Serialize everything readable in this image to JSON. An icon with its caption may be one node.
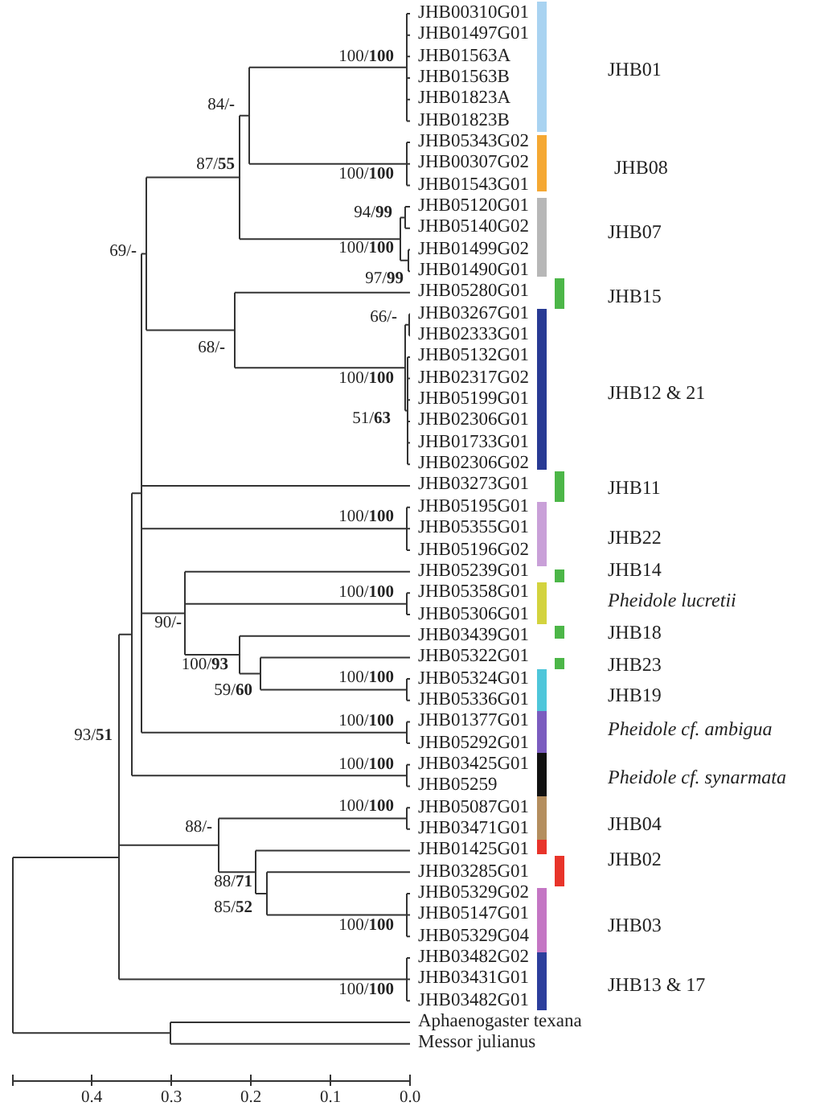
{
  "diagram": {
    "labels": [
      "JHB00310G01",
      "JHB01497G01",
      "100/**100**",
      "JHB01563A",
      "JHB01563B",
      "JHB01",
      "84/**-**",
      "JHB01823A",
      "JHB01823B",
      "JHB05343G02",
      "87/**55**",
      "100/**100**",
      "JHB00307G02",
      "JHB01543G01",
      "JHB08",
      "94/**99**",
      "JHB05120G01",
      "JHB05140G02",
      "69/**-**",
      "100/**100**",
      "JHB01499G02",
      "JHB07",
      "97/**99**",
      "JHB01490G01",
      "JHB05280G01",
      "66/**-**",
      "JHB03267G01",
      "JHB15",
      "JHB02333G01",
      "68/**-**",
      "JHB05132G01",
      "100/**100**",
      "JHB02317G02",
      "JHB05199G01",
      "JHB12 & 21",
      "51/**63**",
      "JHB02306G01",
      "JHB01733G01",
      "JHB02306G02",
      "JHB03273G01",
      "100/**100**",
      "JHB05195G01",
      "JHB11",
      "JHB05355G01",
      "JHB05196G02",
      "JHB22",
      "JHB05239G01",
      "JHB14",
      "100/**100**",
      "JHB05358G01",
      "90/**-**",
      "JHB05306G01",
      "Pheidole lucretii",
      "JHB03439G01",
      "JHB18",
      "100/**93**",
      "JHB05322G01",
      "59/**60**",
      "100/**100**",
      "JHB05324G01",
      "JHB23",
      "JHB05336G01",
      "JHB19",
      "93/**51**",
      "100/**100**",
      "JHB01377G01",
      "JHB05292G01",
      "Pheidole cf. ambigua",
      "100/**100**",
      "JHB03425G01",
      "JHB05259",
      "Pheidole cf. synarmata",
      "100/**100**",
      "JHB05087G01",
      "88/**-**",
      "JHB03471G01",
      "JHB04",
      "JHB01425G01",
      "88/**71**",
      "JHB03285G01",
      "JHB02",
      "JHB05329G02",
      "85/**52**",
      "100/**100**",
      "JHB05147G01",
      "JHB05329G04",
      "JHB03",
      "JHB03482G02",
      "100/**100**",
      "JHB03431G01",
      "JHB03482G01",
      "JHB13 & 17",
      "Aphaenogaster texana",
      "Messor julianus",
      "0.4",
      "0.3",
      "0.2",
      "0.1",
      "0.0"
    ]
  }
}
